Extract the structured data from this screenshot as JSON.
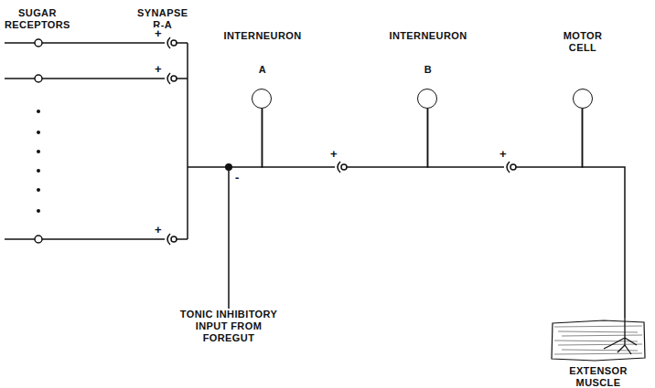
{
  "diagram": {
    "nodes": [
      {
        "text": [
          "INTERNEURON",
          "A"
        ]
      },
      {
        "text": [
          "INTERNEURON",
          "B"
        ]
      },
      {
        "text": [
          "MOTOR CELL"
        ]
      },
      {
        "text": [
          "EXTENSOR MUSCLE"
        ]
      },
      {
        "text": [
          "TONIC INHIBITORY INPUT FROM FOREGUT"
        ]
      }
    ],
    "edges": [
      {
        "from": 4,
        "to": 0,
        "label": "-",
        "arrow": "none"
      },
      {
        "from": 0,
        "to": 1,
        "label": "+",
        "arrow": "none"
      },
      {
        "from": 1,
        "to": 2,
        "label": "+",
        "arrow": "none"
      },
      {
        "from": 2,
        "to": 3,
        "arrow": "none"
      }
    ],
    "labels": [
      "SUGAR RECEPTORS",
      "SYNAPSE R-A",
      "+",
      "+",
      "+"
    ]
  }
}
